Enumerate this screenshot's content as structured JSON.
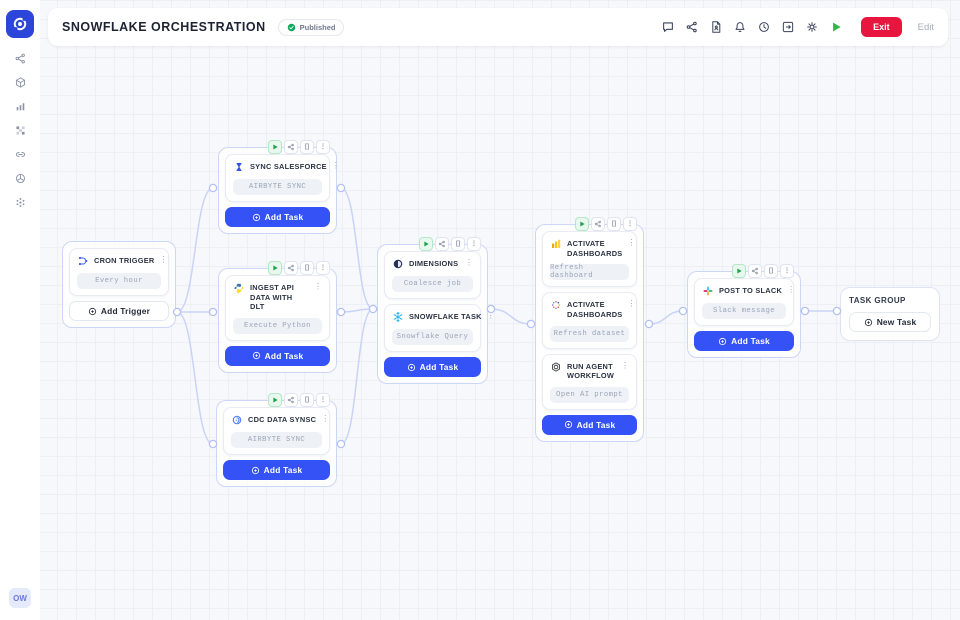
{
  "header": {
    "title": "SNOWFLAKE ORCHESTRATION",
    "badge": "Published",
    "exit_label": "Exit",
    "edit_label": "Edit",
    "icons": [
      "comment",
      "share-graph",
      "document",
      "notifications",
      "history",
      "export",
      "settings",
      "run"
    ]
  },
  "sidebar": {
    "icons": [
      "share-graph",
      "package",
      "analytics",
      "apps-grid",
      "link",
      "globe",
      "integrations"
    ],
    "user_initials": "OW"
  },
  "toolbar": {
    "code_label": "[]",
    "kebab": "⋮"
  },
  "colors": {
    "accent_blue": "#3452f5",
    "exit_red": "#e8163e",
    "run_green": "#34b44a",
    "edge": "#c9d3f8",
    "logo_blue": "#2b46d9"
  },
  "nodes": {
    "cron": {
      "title": "CRON TRIGGER",
      "pill": "Every hour",
      "action": "Add Trigger"
    },
    "sync_salesforce": {
      "title": "SYNC SALESFORCE",
      "pill": "AIRBYTE SYNC",
      "action": "Add Task"
    },
    "ingest_dlt": {
      "title": "INGEST API DATA WITH DLT",
      "pill": "Execute Python",
      "action": "Add Task"
    },
    "cdc_sync": {
      "title": "CDC DATA SYNSC",
      "pill": "AIRBYTE SYNC",
      "action": "Add Task"
    },
    "transform_group": {
      "action": "Add Task",
      "tasks": [
        {
          "title": "DIMENSIONS",
          "pill": "Coalesce job"
        },
        {
          "title": "SNOWFLAKE TASK",
          "pill": "Snowflake Query"
        }
      ]
    },
    "activation_group": {
      "action": "Add Task",
      "tasks": [
        {
          "title": "ACTIVATE DASHBOARDS",
          "pill": "Refresh dashboard"
        },
        {
          "title": "ACTIVATE DASHBOARDS",
          "pill": "Refresh dataset"
        },
        {
          "title": "RUN AGENT WORKFLOW",
          "pill": "Open AI prompt"
        }
      ]
    },
    "post_slack": {
      "title": "POST TO SLACK",
      "pill": "Slack message",
      "action": "Add Task"
    },
    "task_group": {
      "title": "TASK GROUP",
      "action": "New Task"
    }
  }
}
